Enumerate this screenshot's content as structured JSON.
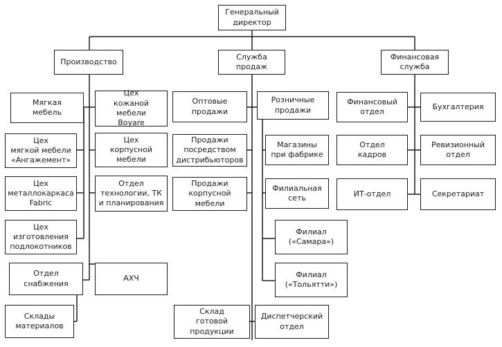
{
  "org": {
    "ceo": "Генеральный\nдиректор",
    "production": "Производство",
    "soft_furniture": "Мягкая\nмебель",
    "leather_shop": "Цех\nкожаной мебели\nBoyare",
    "angazhement_shop": "Цех\nмягкой мебели\n«Ангажемент»",
    "cabinet_shop": "Цех\nкорпусной\nмебели",
    "fabric_shop": "Цех\nметаллокаркаса\nFabric",
    "tech_dept": "Отдел\nтехнологии, ТК\nи планирования",
    "armrest_shop": "Цех\nизготовления\nподлокотников",
    "supply_dept": "Отдел\nснабжения",
    "ahch": "АХЧ",
    "materials_warehouse": "Склады\nматериалов",
    "sales": "Служба\nпродаж",
    "wholesale": "Оптовые\nпродажи",
    "retail": "Розничные\nпродажи",
    "distributor_sales": "Продажи\nпосредством\nдистрибьюторов",
    "factory_stores": "Магазины\nпри фабрике",
    "cabinet_sales": "Продажи\nкорпусной\nмебели",
    "branch_network": "Филиальная\nсеть",
    "branch_samara": "Филиал\n(«Самара»)",
    "branch_tolyatti": "Филиал\n(«Тольятти»)",
    "finished_goods_warehouse": "Склад\nготовой\nпродукции",
    "dispatch_dept": "Диспетчерский\nотдел",
    "finance": "Финансовая\nслужба",
    "finance_dept": "Финансовый\nотдел",
    "accounting": "Бухгалтерия",
    "hr_dept": "Отдел\nкадров",
    "audit_dept": "Ревизионный\nотдел",
    "it_dept": "ИТ-отдел",
    "secretariat": "Секретариат"
  },
  "colors": {
    "line": "#1a1a1a",
    "box_border": "#1a1a1a",
    "background": "#ffffff"
  }
}
